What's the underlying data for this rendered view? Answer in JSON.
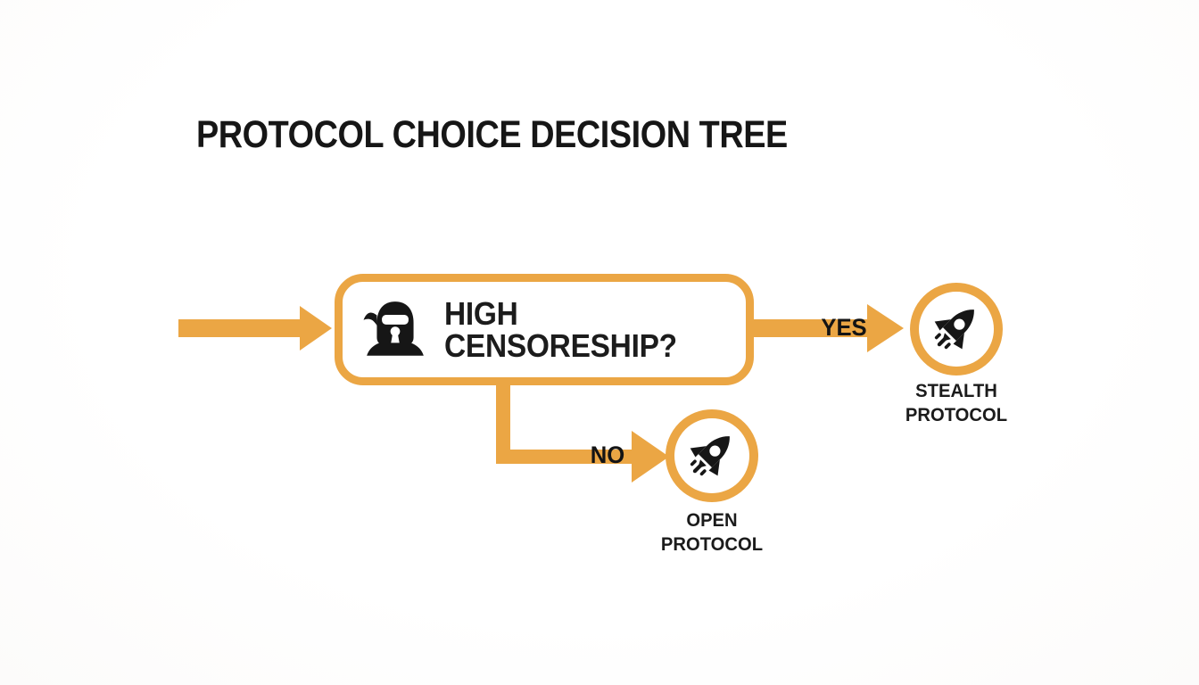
{
  "title": "PROTOCOL CHOICE DECISION TREE",
  "colors": {
    "accent": "#EBA644",
    "icon": "#161616",
    "text": "#1C1C1C",
    "background": "#FDFDFD"
  },
  "diagram": {
    "decision_node": {
      "label": "HIGH CENSORESHIP?",
      "line1": "HIGH",
      "line2": "CENSORESHIP?",
      "icon": "ninja-mask-lock-icon"
    },
    "branches": [
      {
        "label": "YES",
        "target": {
          "name": "STEALTH PROTOCOL",
          "line1": "STEALTH",
          "line2": "PROTOCOL",
          "icon": "rocket-icon"
        }
      },
      {
        "label": "NO",
        "target": {
          "name": "OPEN PROTOCOL",
          "line1": "OPEN",
          "line2": "PROTOCOL",
          "icon": "rocket-icon"
        }
      }
    ]
  }
}
